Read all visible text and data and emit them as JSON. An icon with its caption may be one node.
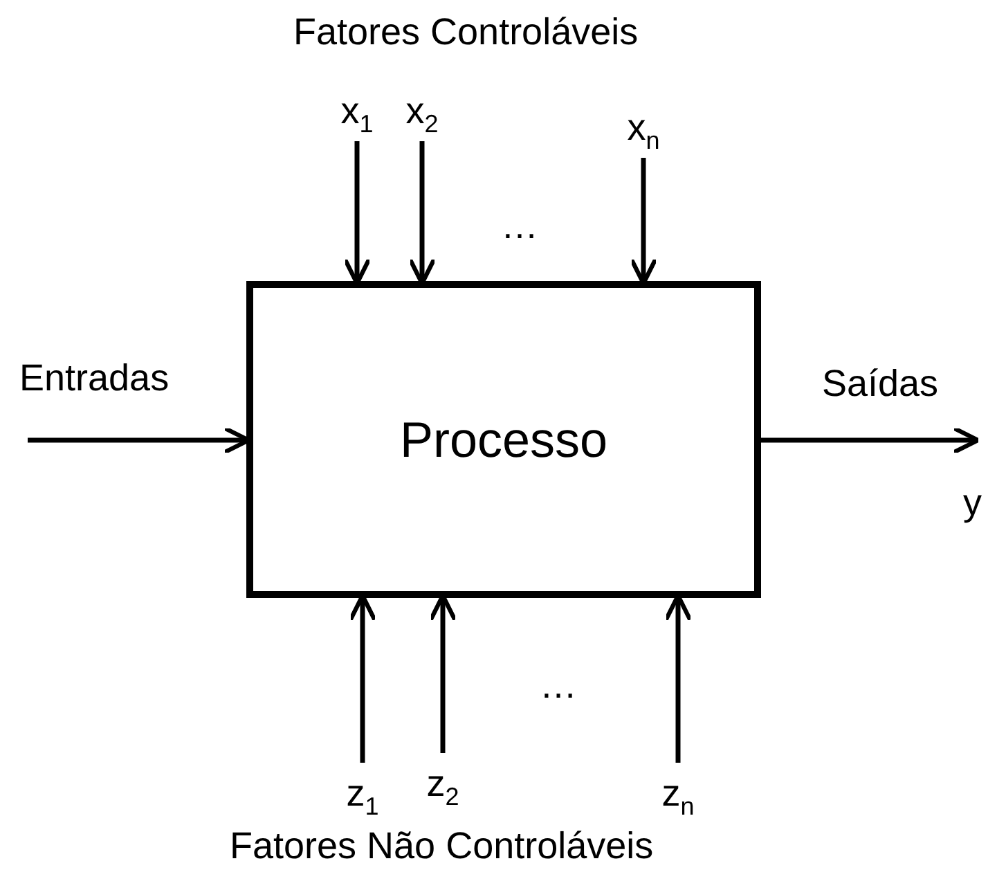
{
  "diagram": {
    "nodes": [
      {
        "text": [
          "x$_{1}$"
        ]
      },
      {
        "text": [
          "x$_{2}$"
        ]
      },
      {
        "text": [
          "x$_{n}$"
        ]
      },
      {
        "text": [
          "Processo"
        ]
      },
      {
        "text": [
          "z$_{1}$"
        ]
      },
      {
        "text": [
          "z$_{2}$"
        ]
      },
      {
        "text": [
          "z$_{n}$"
        ]
      }
    ],
    "edges": [
      {
        "from": 0,
        "to": 3,
        "arrow": "to"
      },
      {
        "from": 1,
        "to": 3,
        "arrow": "to"
      },
      {
        "from": 2,
        "to": 3,
        "arrow": "to"
      },
      {
        "from": 4,
        "to": 3,
        "arrow": "to"
      },
      {
        "from": 5,
        "to": 3,
        "arrow": "to"
      },
      {
        "from": 6,
        "to": 3,
        "arrow": "to"
      },
      {
        "from": null,
        "to": 3,
        "arrow": "to",
        "label": "Entradas"
      },
      {
        "from": 3,
        "to": null,
        "arrow": "to",
        "label": "Saídas"
      }
    ],
    "labels": [
      "Fatores Controláveis",
      "…",
      "…",
      "y",
      "Fatores Não Controláveis"
    ]
  }
}
